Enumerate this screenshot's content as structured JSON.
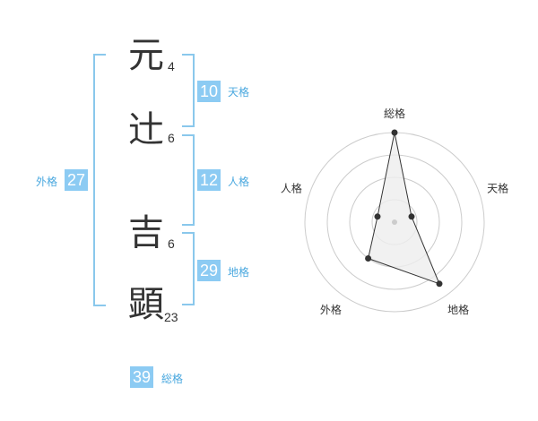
{
  "name": {
    "chars": [
      {
        "char": "元",
        "strokes": "4"
      },
      {
        "char": "辻",
        "strokes": "6"
      },
      {
        "char": "吉",
        "strokes": "6"
      },
      {
        "char": "顕",
        "strokes": "23"
      }
    ]
  },
  "scores": {
    "tenkaku": {
      "value": "10",
      "label": "天格"
    },
    "jinkaku": {
      "value": "12",
      "label": "人格"
    },
    "chikaku": {
      "value": "29",
      "label": "地格"
    },
    "gaikaku": {
      "value": "27",
      "label": "外格"
    },
    "soukaku": {
      "value": "39",
      "label": "総格"
    }
  },
  "colors": {
    "accent": "#8ccbf3",
    "bracket": "#8ac8ec",
    "label": "#4aa8df",
    "ring": "#cccccc",
    "polygon_fill": "#eeeeee",
    "point": "#333333"
  },
  "chart_data": {
    "type": "radar",
    "axes": [
      "総格",
      "天格",
      "地格",
      "外格",
      "人格"
    ],
    "values": [
      1.0,
      0.2,
      0.85,
      0.5,
      0.2
    ],
    "range": [
      0,
      1
    ],
    "rings": 4
  }
}
